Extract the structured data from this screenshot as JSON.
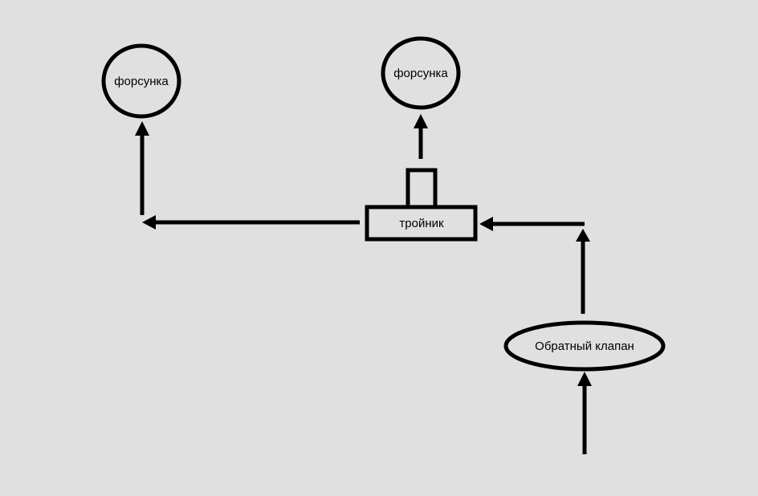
{
  "diagram": {
    "nodes": {
      "nozzle_left": {
        "label": "форсунка"
      },
      "nozzle_top": {
        "label": "форсунка"
      },
      "tee": {
        "label": "тройник"
      },
      "check_valve": {
        "label": "Обратный клапан"
      }
    },
    "edges": [
      {
        "from": "inlet",
        "to": "check_valve"
      },
      {
        "from": "check_valve",
        "to": "tee"
      },
      {
        "from": "tee",
        "to": "nozzle_top"
      },
      {
        "from": "tee",
        "to": "nozzle_left"
      }
    ],
    "colors": {
      "background": "#e0e0e0",
      "stroke": "#000000"
    }
  }
}
